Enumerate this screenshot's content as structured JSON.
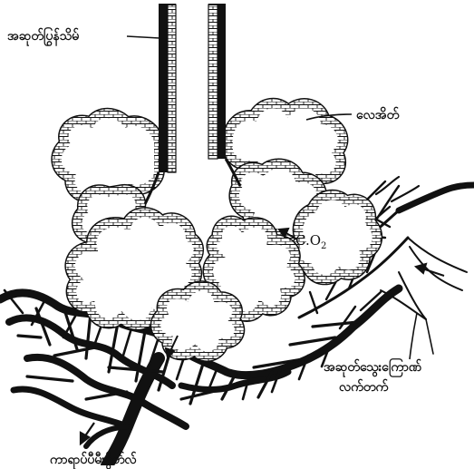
{
  "diagram": {
    "labels": {
      "bronchiole": "အဆုတ်ပြွန်သိမ်",
      "alveolus": "လေအိတ်",
      "capillary_line1": "အဆုတ်သွေးကြောဏ်",
      "capillary_line2": "လက်တက်",
      "gas": "C.O",
      "gas_subscript": "2",
      "bottom_caption": "ကာရာပ်ပီမီးဂွိတ်လ်"
    },
    "colors": {
      "ink": "#111111",
      "cell_fill": "#ffffff",
      "background": "#ffffff"
    },
    "icons": [
      "arrow-icon",
      "arrow-icon",
      "arrow-icon",
      "arrow-icon"
    ]
  }
}
